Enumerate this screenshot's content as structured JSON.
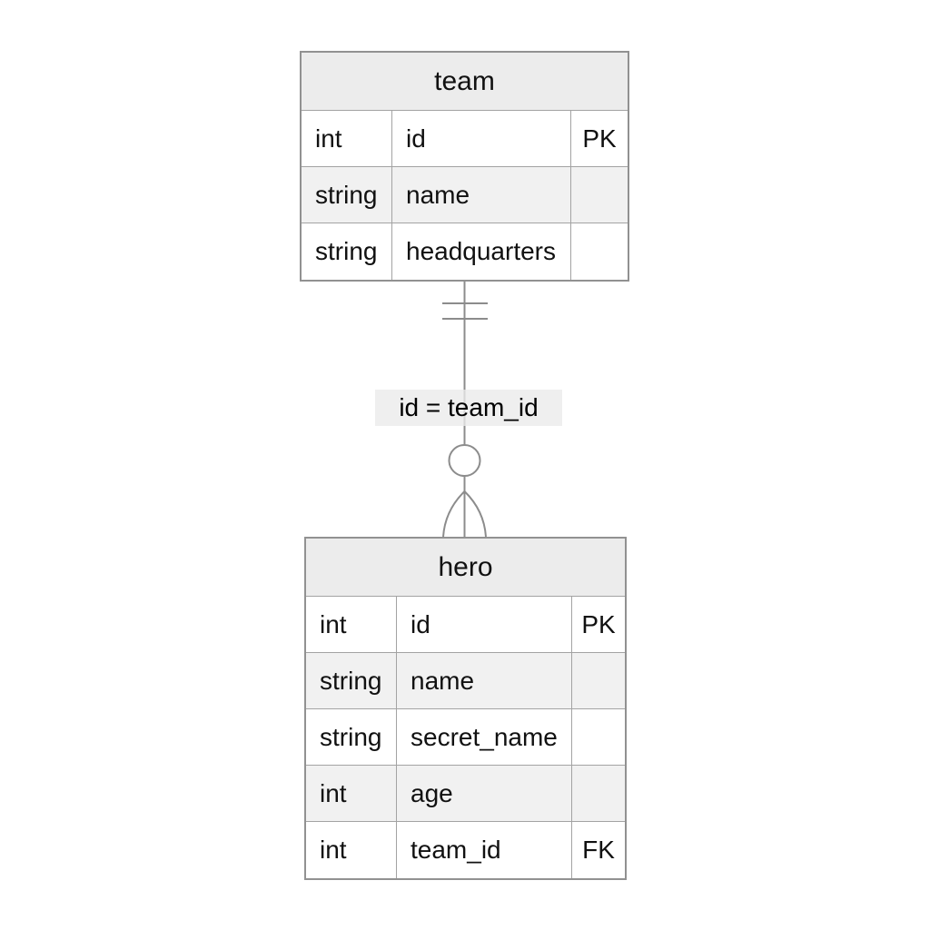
{
  "diagram": {
    "kind": "entity-relationship-diagram",
    "entities": [
      {
        "name": "team",
        "attributes": [
          {
            "type": "int",
            "name": "id",
            "key": "PK"
          },
          {
            "type": "string",
            "name": "name",
            "key": ""
          },
          {
            "type": "string",
            "name": "headquarters",
            "key": ""
          }
        ]
      },
      {
        "name": "hero",
        "attributes": [
          {
            "type": "int",
            "name": "id",
            "key": "PK"
          },
          {
            "type": "string",
            "name": "name",
            "key": ""
          },
          {
            "type": "string",
            "name": "secret_name",
            "key": ""
          },
          {
            "type": "int",
            "name": "age",
            "key": ""
          },
          {
            "type": "int",
            "name": "team_id",
            "key": "FK"
          }
        ]
      }
    ],
    "relationship": {
      "label": "id = team_id",
      "from_entity": "team",
      "to_entity": "hero",
      "from_cardinality": "exactly-one",
      "to_cardinality": "zero-or-many"
    },
    "colors": {
      "background": "#ffffff",
      "header_bg": "#ececec",
      "row_bg": "#ffffff",
      "row_alt_bg": "#f1f1f1",
      "border": "#919191",
      "inner_border": "#a3a3a3",
      "relationship_line": "#8c8c8c",
      "text": "#111111",
      "label_bg": "#eaeaea"
    }
  }
}
